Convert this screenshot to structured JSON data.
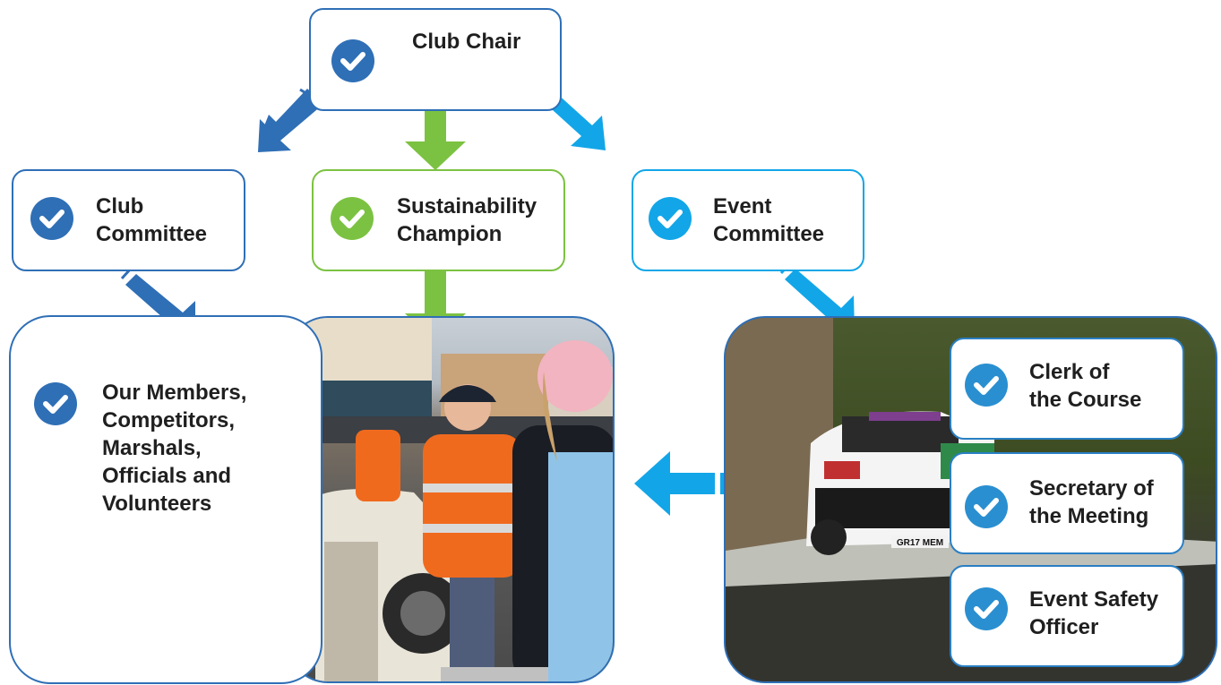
{
  "nodes": {
    "chair": "Club Chair",
    "club_committee": [
      "Club",
      "Committee"
    ],
    "sustainability": [
      "Sustainability",
      "Champion"
    ],
    "event_committee": [
      "Event",
      "Committee"
    ],
    "members": [
      "Our Members,",
      "Competitors,",
      "Marshals,",
      "Officials and",
      "Volunteers"
    ],
    "clerk": [
      "Clerk of",
      "the Course"
    ],
    "secretary": [
      "Secretary of",
      "the Meeting"
    ],
    "safety": [
      "Event Safety",
      "Officer"
    ]
  },
  "photos": {
    "rally_car_plate": "GR17 MEM"
  },
  "colors": {
    "dark_blue": "#2f6fb6",
    "light_blue": "#12a6e8",
    "green": "#7cc242"
  },
  "icons": [
    "check-circle-icon",
    "arrow-icon"
  ]
}
